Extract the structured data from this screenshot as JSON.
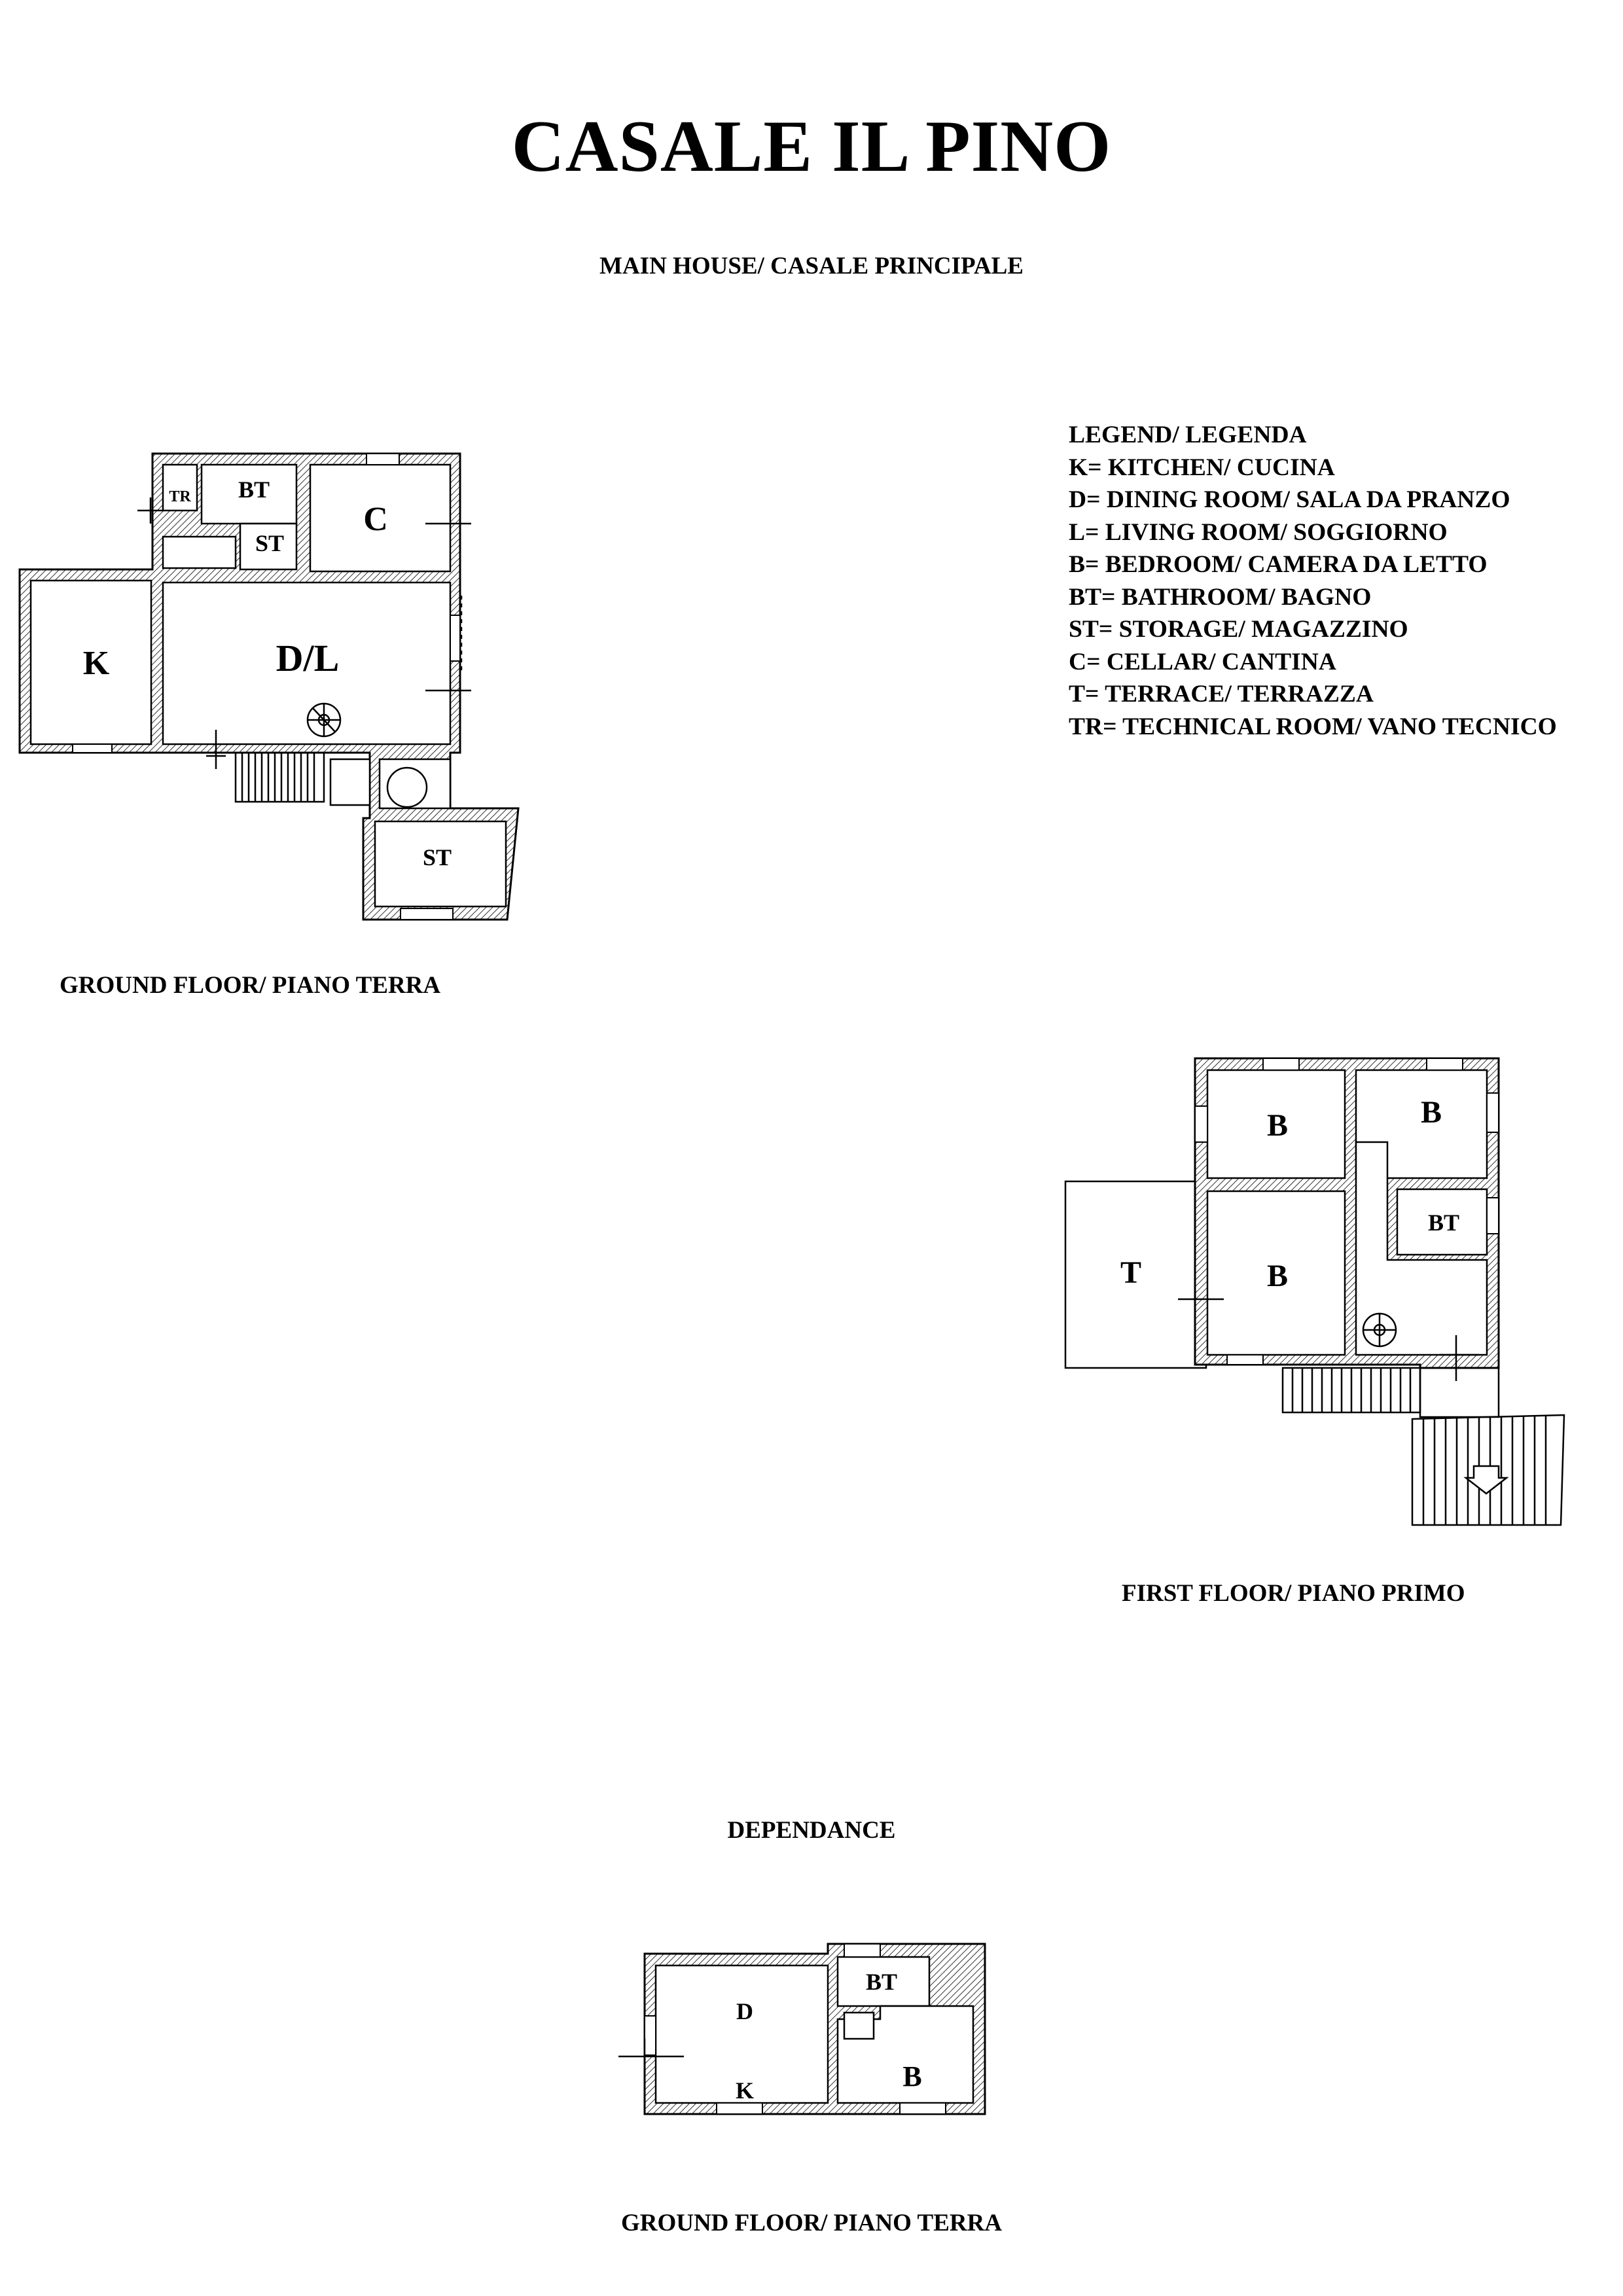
{
  "title": "CASALE IL PINO",
  "subtitle": "MAIN HOUSE/ CASALE PRINCIPALE",
  "legend": {
    "items": [
      "LEGEND/ LEGENDA",
      "K= KITCHEN/ CUCINA",
      "D= DINING ROOM/ SALA DA PRANZO",
      "L= LIVING ROOM/ SOGGIORNO",
      "B= BEDROOM/ CAMERA DA LETTO",
      "BT= BATHROOM/ BAGNO",
      "ST= STORAGE/ MAGAZZINO",
      "C= CELLAR/ CANTINA",
      "T= TERRACE/ TERRAZZA",
      "TR= TECHNICAL ROOM/ VANO TECNICO"
    ]
  },
  "main_ground": {
    "caption": "GROUND FLOOR/ PIANO TERRA",
    "labels": {
      "tr": "TR",
      "bt": "BT",
      "st": "ST",
      "c": "C",
      "k": "K",
      "dl": "D/L",
      "st2": "ST"
    }
  },
  "main_first": {
    "caption": "FIRST FLOOR/ PIANO PRIMO",
    "labels": {
      "b1": "B",
      "b2": "B",
      "bt": "BT",
      "t": "T",
      "b3": "B"
    }
  },
  "dependance": {
    "heading": "DEPENDANCE",
    "caption": "GROUND FLOOR/ PIANO TERRA",
    "labels": {
      "d": "D",
      "k": "K",
      "bt": "BT",
      "b": "B"
    }
  }
}
